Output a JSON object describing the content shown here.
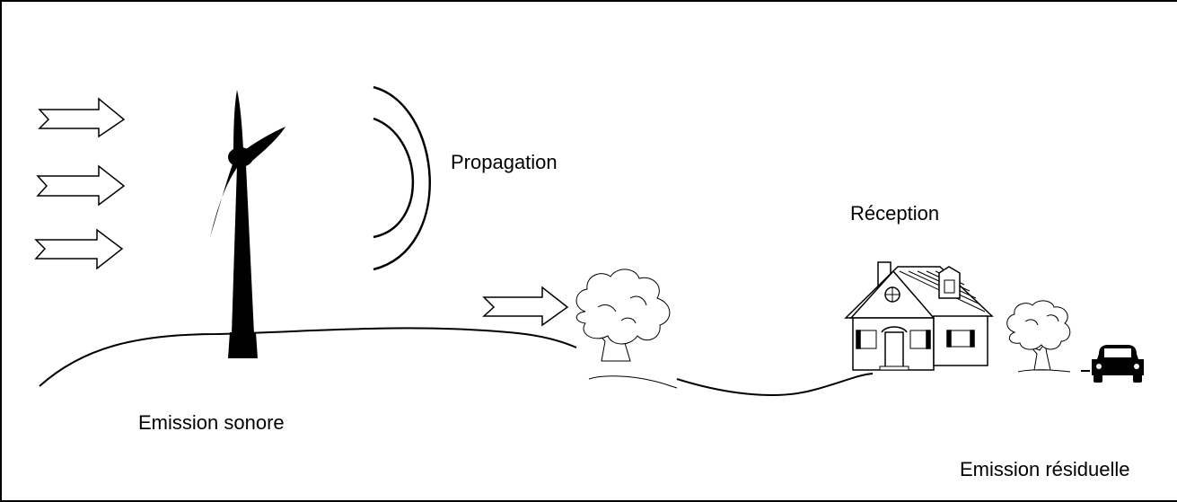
{
  "labels": {
    "propagation": "Propagation",
    "reception": "Réception",
    "emission_sonore": "Emission sonore",
    "emission_residuelle": "Emission résiduelle"
  },
  "icons": [
    "wind-arrow-icon",
    "wind-turbine-icon",
    "sound-wave-icon",
    "tree-icon",
    "house-icon",
    "car-icon"
  ]
}
